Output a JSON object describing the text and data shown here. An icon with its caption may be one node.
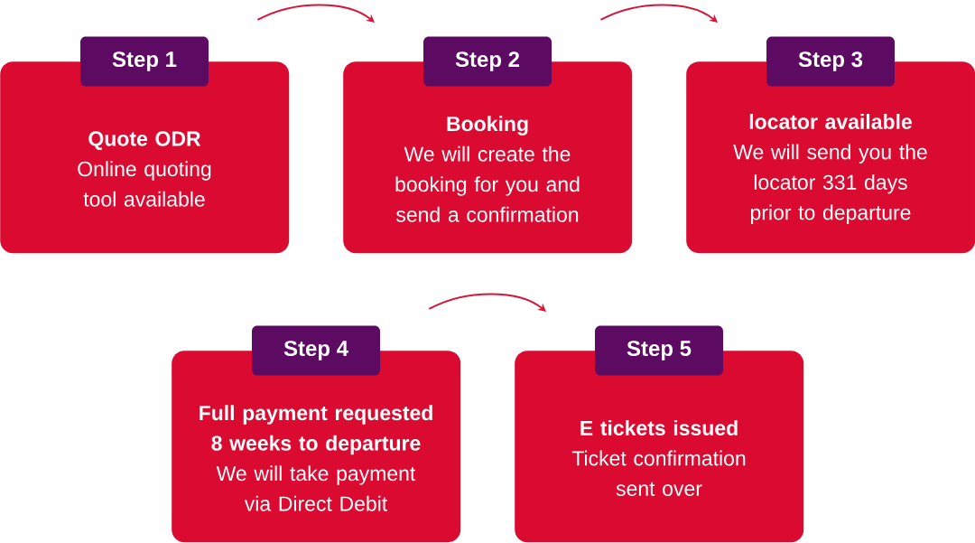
{
  "diagram": {
    "nodes": [
      {
        "text": [
          "Step 1",
          "Quote ODR",
          "Online quoting tool available"
        ]
      },
      {
        "text": [
          "Step 2",
          "Booking",
          "We will create the booking for you and send a confirmation"
        ]
      },
      {
        "text": [
          "Step 3",
          "locator available",
          "We will send you the locator 331 days prior to departure"
        ]
      },
      {
        "text": [
          "Step 4",
          "Full payment requested 8 weeks to departure",
          "We will take payment via Direct Debit"
        ]
      },
      {
        "text": [
          "Step 5",
          "E tickets issued",
          "Ticket confirmation sent over"
        ]
      }
    ],
    "edges": [
      {
        "from": 0,
        "to": 1,
        "arrow": "to"
      },
      {
        "from": 1,
        "to": 2,
        "arrow": "to"
      },
      {
        "from": 3,
        "to": 4,
        "arrow": "to"
      }
    ]
  }
}
